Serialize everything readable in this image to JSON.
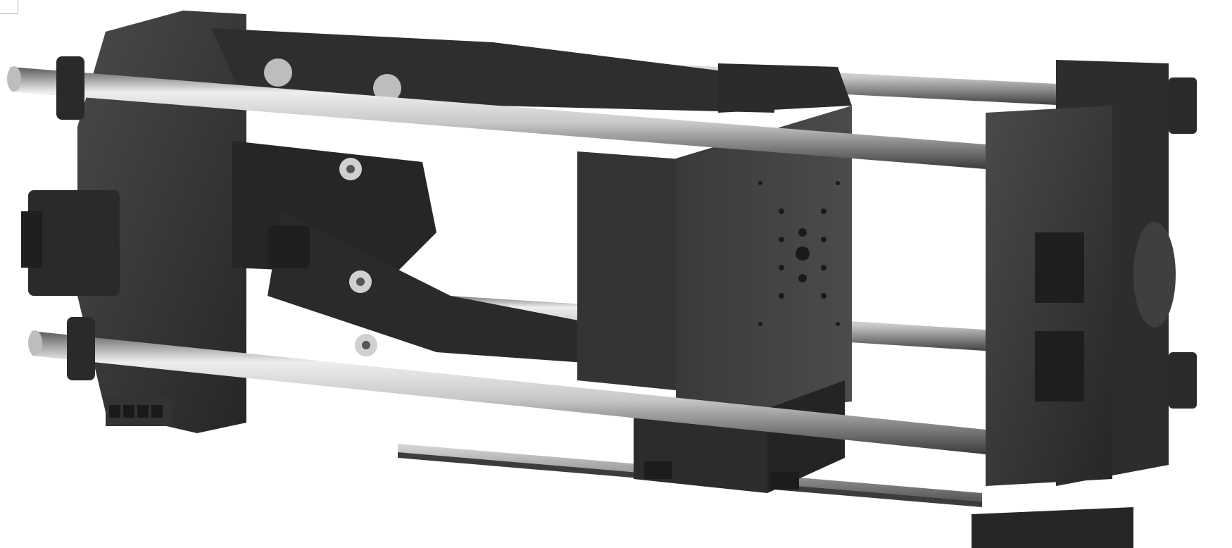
{
  "colors": {
    "background": "#ffffff",
    "steel_dark": "#2b2b2b",
    "steel_mid": "#3b3b3b",
    "steel_light": "#4a4a4a",
    "rod_highlight": "#eeeeee",
    "rod_shadow": "#6b6b6b"
  },
  "scene": {
    "description_tokens": [
      "platen-stationary",
      "platen-moving",
      "platen-rear",
      "tie-bars",
      "toggle-links",
      "base-rail"
    ]
  }
}
